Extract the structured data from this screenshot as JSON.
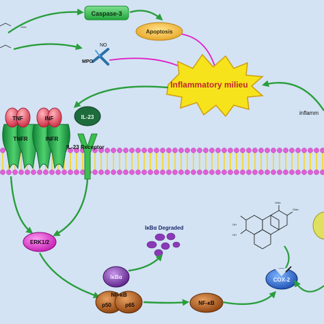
{
  "labels": {
    "caspase3": "Caspase-3",
    "apoptosis": "Apoptosis",
    "no": "NO",
    "mpo": "MPO",
    "inflammatory_milieu": "Inflammatory milieu",
    "inflamm_edge": "inflamm",
    "tnf": "TNF",
    "tnfr": "TNFR",
    "inf": "INF",
    "infr": "INFR",
    "il23": "IL-23",
    "il23_receptor": "IL-23  Receptor",
    "erk": "ERK1/2",
    "ikba_degraded": "IκBα Degraded",
    "ikba": "IκBα",
    "nfkb_complex": "NF-κB",
    "p50": "p50",
    "p65": "p65",
    "nfkb": "NF-κB",
    "cox2": "COX-2",
    "chem_ome": "OMe",
    "chem_oh": "OH"
  },
  "colors": {
    "background": "#d3e3f3",
    "arrow": "#2a9d3c",
    "caspase": "#3cc05a",
    "apoptosis": "#f4c84a",
    "milieu": "#f6e31c",
    "milieu_text": "#c0262a",
    "membrane_head": "#e060d8",
    "membrane_tail": "#f0d84a",
    "receptor": "#22b04a",
    "ligand": "#e85a6a",
    "il23": "#1e6b3c",
    "erk": "#e03ad0",
    "ikba": "#8a3ab6",
    "nfkb": "#b8621e",
    "cox2": "#2a6fd0",
    "magenta_line": "#e020c8"
  }
}
